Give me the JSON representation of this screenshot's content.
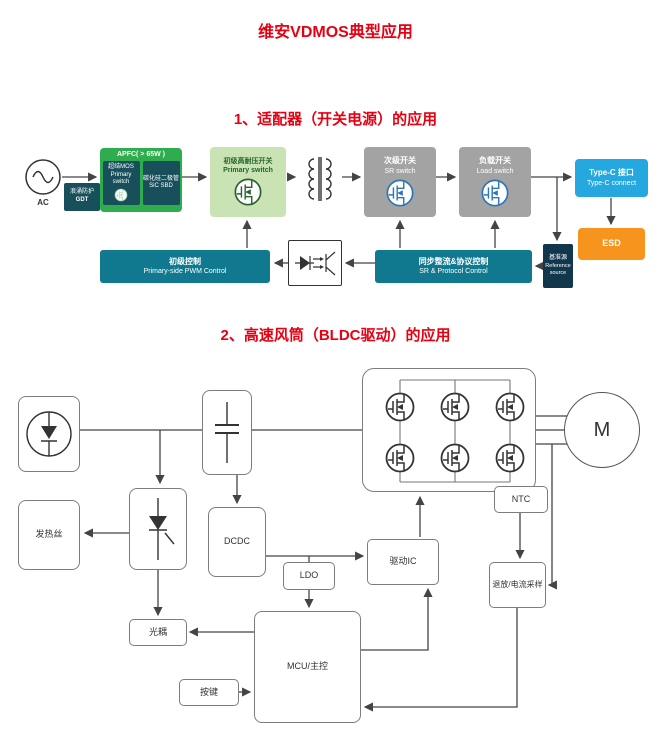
{
  "colors": {
    "title_red": "#e60012",
    "teal": "#10798f",
    "dark_teal": "#174f5a",
    "green": "#2fac4e",
    "light_green": "#c9e3b4",
    "gray": "#a3a3a3",
    "blue": "#25a8e0",
    "orange": "#f7941e",
    "navy": "#12374d"
  },
  "page": {
    "title": "维安VDMOS典型应用"
  },
  "section1": {
    "title": "1、适配器（开关电源）的应用",
    "ac": "AC",
    "gdt": {
      "line1": "浪涌防护",
      "line2": "GDT"
    },
    "apfc": {
      "title": "APFC( > 65W )",
      "mos_line1": "超结MOS",
      "mos_line2": "Primary switch",
      "sic_line1": "碳化硅二极管",
      "sic_line2": "SiC SBD"
    },
    "primary_switch": {
      "line1": "初级高耐压开关",
      "line2": "Primary switch"
    },
    "sr_switch": {
      "line1": "次级开关",
      "line2": "SR switch"
    },
    "load_switch": {
      "line1": "负载开关",
      "line2": "Load switch"
    },
    "typec": {
      "line1": "Type-C 接口",
      "line2": "Type-C connect"
    },
    "esd": "ESD",
    "pwm": {
      "line1": "初级控制",
      "line2": "Primary-side PWM Control"
    },
    "sr_protocol": {
      "line1": "同步整流&协议控制",
      "line2": "SR & Protocol Control"
    },
    "reference": {
      "line1": "基准源",
      "line2": "Reference",
      "line3": "source"
    }
  },
  "section2": {
    "title": "2、高速风筒（BLDC驱动）的应用",
    "motor": "M",
    "ntc": "NTC",
    "heater": "发热丝",
    "dcdc": "DCDC",
    "ldo": "LDO",
    "driver_ic": "驱动IC",
    "sampling": "退放/电流采样",
    "opto": "光耦",
    "mcu": "MCU/主控",
    "button": "按键"
  }
}
